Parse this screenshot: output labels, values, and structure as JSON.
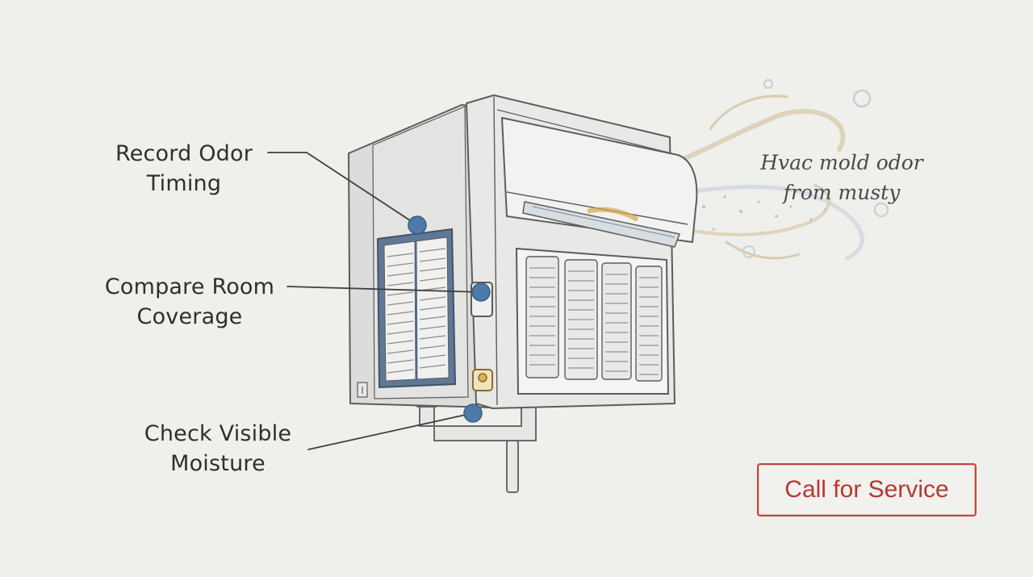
{
  "callouts": [
    {
      "lines": [
        "Record Odor",
        "Timing"
      ]
    },
    {
      "lines": [
        "Compare Room",
        "Coverage"
      ]
    },
    {
      "lines": [
        "Check Visible",
        "Moisture"
      ]
    }
  ],
  "odor_caption": {
    "lines": [
      "Hvac mold odor",
      "from musty"
    ]
  },
  "service_button": {
    "label": "Call for Service"
  },
  "colors": {
    "background": "#efefeb",
    "unit_body": "#e4e4e2",
    "outline": "#5c5c5c",
    "hotspot": "#4f79a8",
    "button_accent": "#c0473f",
    "odor_wisp": "#c9b48e"
  }
}
